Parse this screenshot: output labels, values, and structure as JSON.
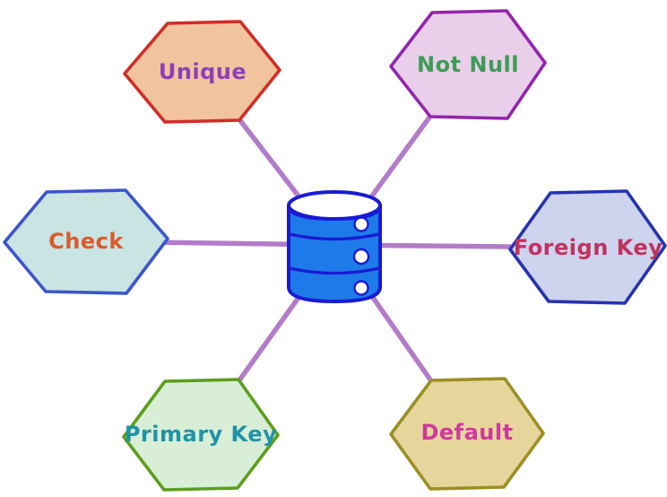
{
  "diagram": {
    "type": "hub-and-spoke",
    "topic": "database constraints",
    "connector_color": "#b27cc9",
    "background_color": "#ffffff",
    "center_node": {
      "id": "database",
      "icon": "database-cylinder-icon",
      "fill": "#1e7ae8",
      "stroke": "#1a1ad4",
      "detail_color": "#ffffff"
    },
    "nodes": {
      "unique": {
        "label": "Unique",
        "shape": "hexagon",
        "fill": "#f2c49e",
        "border": "#d02d27",
        "text_color": "#8e3fb8"
      },
      "not_null": {
        "label": "Not Null",
        "shape": "hexagon",
        "fill": "#e9cfe9",
        "border": "#9326ad",
        "text_color": "#3d9c55"
      },
      "check": {
        "label": "Check",
        "shape": "hexagon",
        "fill": "#c9e4e2",
        "border": "#3b55cc",
        "text_color": "#da5a2b"
      },
      "foreign_key": {
        "label": "Foreign Key",
        "shape": "hexagon",
        "fill": "#ced3ee",
        "border": "#2533ae",
        "text_color": "#c0325e"
      },
      "primary_key": {
        "label": "Primary Key",
        "shape": "hexagon",
        "fill": "#d8eed6",
        "border": "#5d9e1e",
        "text_color": "#1f93a8"
      },
      "default": {
        "label": "Default",
        "shape": "hexagon",
        "fill": "#e7d69c",
        "border": "#9c8f24",
        "text_color": "#d038a0"
      }
    },
    "edges": [
      {
        "from": "database",
        "to": "unique"
      },
      {
        "from": "database",
        "to": "not_null"
      },
      {
        "from": "database",
        "to": "check"
      },
      {
        "from": "database",
        "to": "foreign_key"
      },
      {
        "from": "database",
        "to": "primary_key"
      },
      {
        "from": "database",
        "to": "default"
      }
    ]
  }
}
